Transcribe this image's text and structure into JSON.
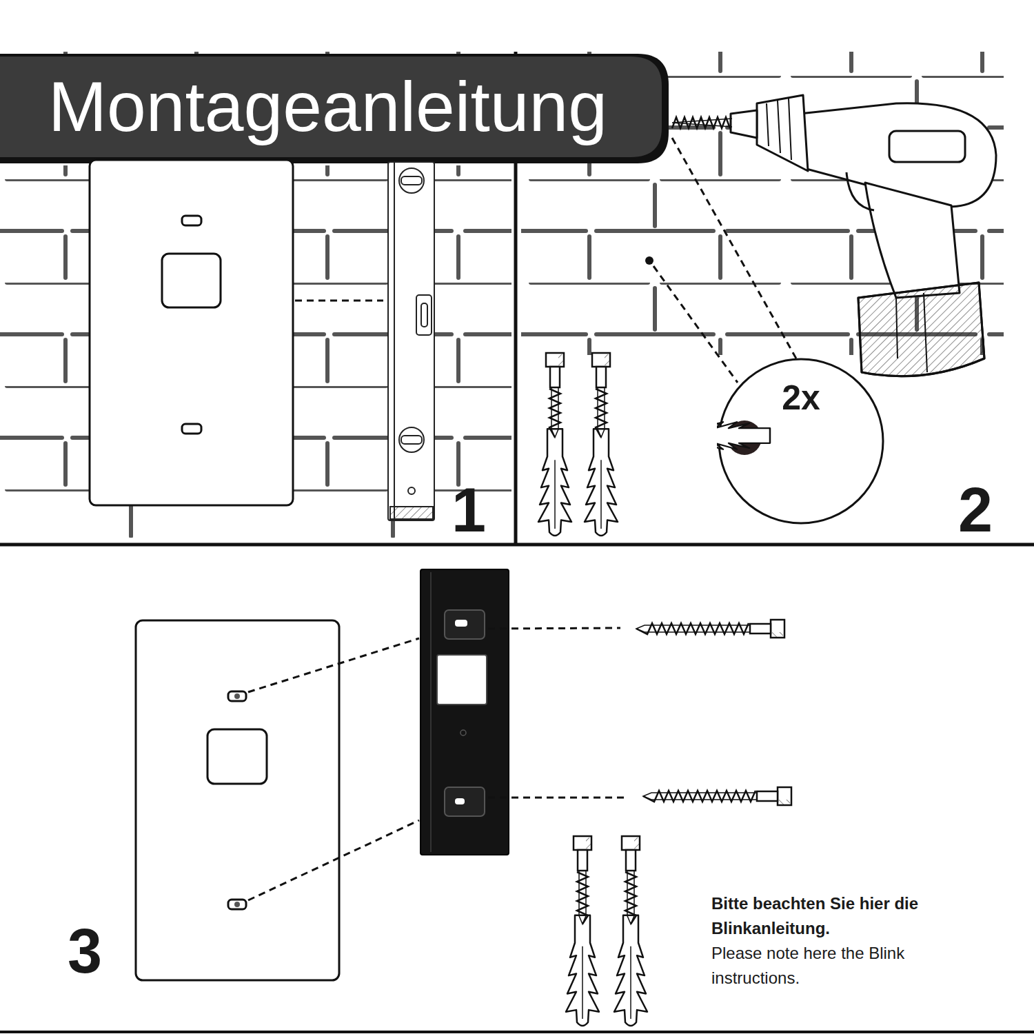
{
  "diagram": {
    "title": "Montageanleitung",
    "nodes": [
      {
        "text": [
          "2x"
        ]
      }
    ],
    "labels": [
      "1",
      "2",
      "3",
      "Bitte beachten Sie hier die Blinkanleitung.",
      "Please note here the Blink instructions."
    ]
  }
}
